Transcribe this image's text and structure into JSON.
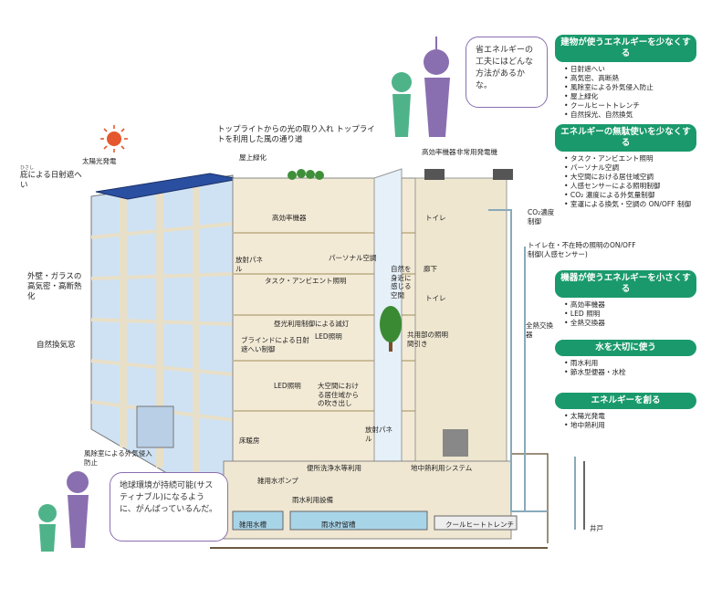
{
  "speech_top": "省エネルギーの工夫にはどんな方法があるかな。",
  "speech_bottom": "地球環境が持続可能(サスティナブル)になるように、がんばっているんだ。",
  "panels": [
    {
      "title": "建物が使うエネルギーを少なくする",
      "items": [
        "日射遮へい",
        "高気密、高断熱",
        "風除室による外気侵入防止",
        "屋上緑化",
        "クールヒートトレンチ",
        "自然採光、自然換気"
      ]
    },
    {
      "title": "エネルギーの無駄使いを少なくする",
      "items": [
        "タスク・アンビエント照明",
        "パーソナル空調",
        "大空間における居住域空調",
        "人感センサーによる照明制御",
        "CO₂ 濃度による外気量制御",
        "室運による換気・空調の ON/OFF 制御"
      ]
    },
    {
      "title": "機器が使うエネルギーを小さくする",
      "items": [
        "高効率機器",
        "LED 照明",
        "全熱交換器"
      ]
    },
    {
      "title": "水を大切に使う",
      "items": [
        "雨水利用",
        "節水型便器・水栓"
      ]
    },
    {
      "title": "エネルギーを創る",
      "items": [
        "太陽光発電",
        "地中熱利用"
      ]
    }
  ],
  "labels": {
    "solar": "太陽光発電",
    "eaves_ruby": "ひさし",
    "eaves": "庇による日射遮へい",
    "wall": "外壁・ガラスの高気密・高断熱化",
    "natural_window": "自然換気窓",
    "windbreak": "風除室による外気侵入防止",
    "toplight": "トップライトからの光の取り入れ トップライトを利用した風の通り道",
    "rooftop_green": "屋上緑化",
    "high_eff_equipment": "高効率機器",
    "emergency_gen": "非常用発電機",
    "high_eff_rooftop": "高効率機器",
    "radiant_panel": "放射パネル",
    "personal_ac": "パーソナル空調",
    "task_ambient": "タスク・アンビエント照明",
    "daylight_dimming": "昼光利用制御による減灯",
    "blind": "ブラインドによる日射遮へい制御",
    "led1": "LED照明",
    "led2": "LED照明",
    "natural_air": "自然を身近に感じる空間",
    "corridor": "廊下",
    "common_light": "共用部の照明間引き",
    "toilet1": "トイレ",
    "toilet2": "トイレ",
    "co2": "CO₂濃度制御",
    "motion_sensor": "トイレ在・不在時の照明のON/OFF 制御(人感センサー)",
    "total_heat": "全熱交換器",
    "large_space": "大空間における居住域からの吹き出し",
    "radiant_panel2": "放射パネル",
    "floor_ac": "床暖房",
    "toilet_water": "便所洗浄水等利用",
    "geothermal": "地中熱利用システム",
    "misc_pump": "雑用水ポンプ",
    "rain_equipment": "雨水利用設備",
    "misc_tank": "雑用水槽",
    "rain_tank": "雨水貯留槽",
    "cool_heat_trench": "クールヒートトレンチ",
    "well": "井戸"
  },
  "colors": {
    "panel_head": "#1a9a6c",
    "bubble_border": "#8a6fb0",
    "sun": "#e4572e",
    "glass": "#bcd6ee",
    "building": "#efe7d2"
  }
}
